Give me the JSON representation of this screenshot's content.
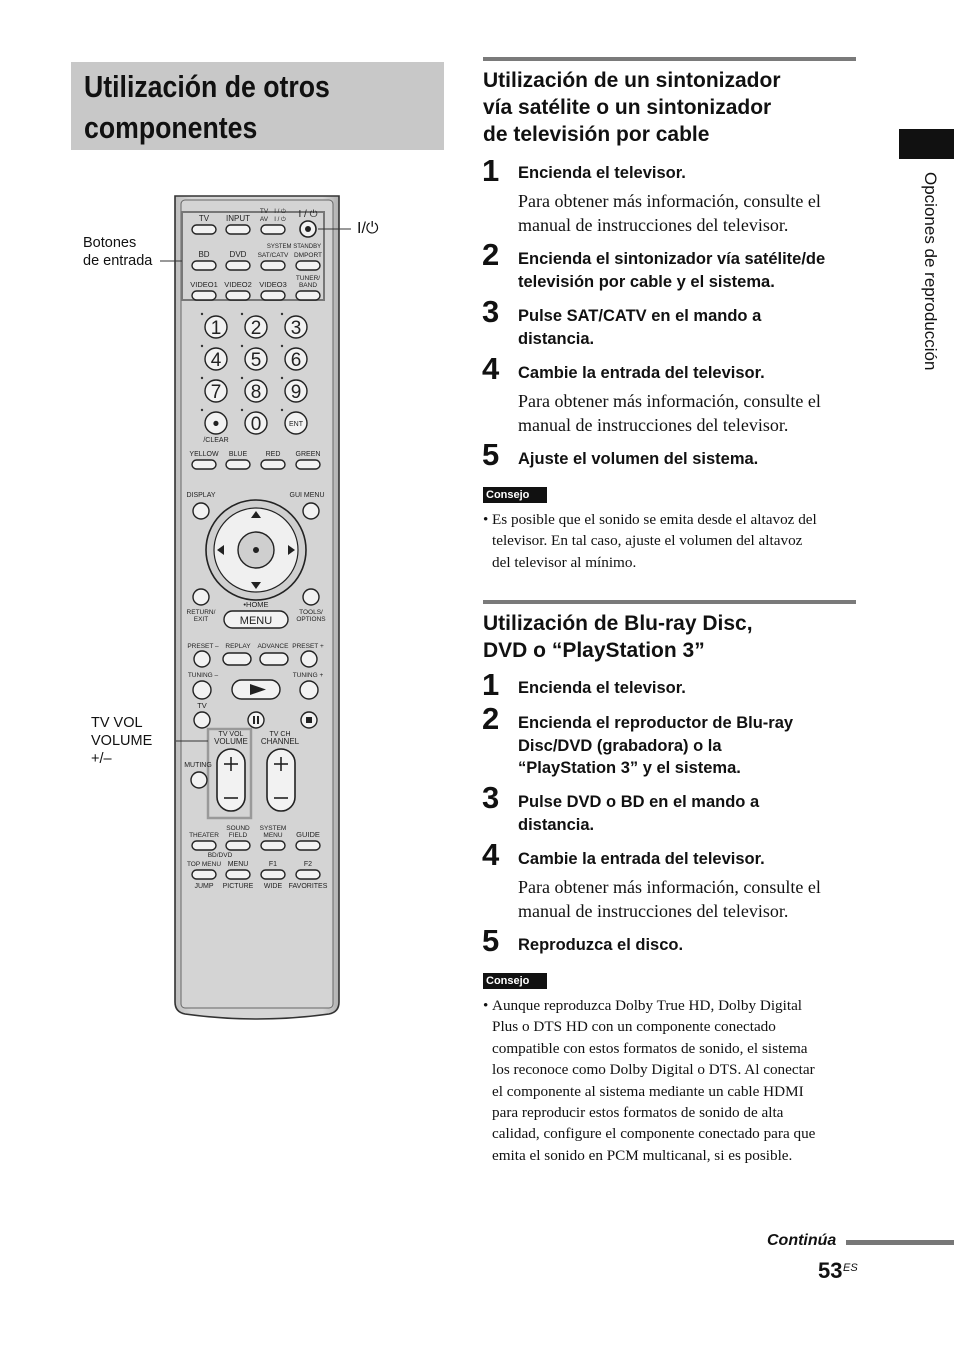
{
  "left": {
    "title_line1": "Utilización de otros",
    "title_line2": "componentes",
    "callout_input_1": "Botones",
    "callout_input_2": "de entrada",
    "callout_vol_1": "TV VOL",
    "callout_vol_2": "VOLUME",
    "callout_vol_3": "+/–",
    "callout_power": "I/⏻"
  },
  "remote": {
    "tv": "TV",
    "input": "INPUT",
    "tv_av": "TV",
    "av": "AV",
    "i_pw1": "I / ⏻",
    "i_pw2": "I / ⏻",
    "main_pw": "I / ⏻",
    "system_standby": "SYSTEM STANDBY",
    "bd": "BD",
    "dvd": "DVD",
    "sat": "SAT/CATV",
    "dmport": "DMPORT",
    "tuner": "TUNER/",
    "band": "BAND",
    "video1": "VIDEO1",
    "video2": "VIDEO2",
    "video3": "VIDEO3",
    "digits": [
      "1",
      "2",
      "3",
      "4",
      "5",
      "6",
      "7",
      "8",
      "9",
      "•",
      "0",
      "ENT"
    ],
    "clear": "/CLEAR",
    "yellow": "YELLOW",
    "blue": "BLUE",
    "red": "RED",
    "green": "GREEN",
    "display": "DISPLAY",
    "gui_menu": "GUI MENU",
    "return": "RETURN/",
    "exit": "EXIT",
    "home": "•HOME",
    "menu": "MENU",
    "tools": "TOOLS/",
    "options": "OPTIONS",
    "preset_minus": "PRESET –",
    "replay": "REPLAY",
    "advance": "ADVANCE",
    "preset_plus": "PRESET +",
    "tuning_minus": "TUNING –",
    "tuning_plus": "TUNING +",
    "tv_small": "TV",
    "tv_vol": "TV VOL",
    "volume": "VOLUME",
    "tv_ch": "TV CH",
    "channel": "CHANNEL",
    "muting": "MUTING",
    "theater": "THEATER",
    "sound": "SOUND",
    "field": "FIELD",
    "system": "SYSTEM",
    "sysmenu": "MENU",
    "guide": "GUIDE",
    "bd_dvd": "BD/DVD",
    "top_menu": "TOP MENU",
    "menu2": "MENU",
    "f1": "F1",
    "f2": "F2",
    "jump": "JUMP",
    "picture": "PICTURE",
    "wide": "WIDE",
    "favorites": "FAVORITES"
  },
  "section1": {
    "title_l1": "Utilización de un sintonizador",
    "title_l2": "vía satélite o un sintonizador",
    "title_l3": "de televisión por cable",
    "steps": [
      {
        "num": "1",
        "text": "Encienda el televisor."
      },
      {
        "num": "2",
        "text_l1": "Encienda el sintonizador vía satélite/de",
        "text_l2": "televisión por cable y el sistema."
      },
      {
        "num": "3",
        "text_l1": "Pulse SAT/CATV en el mando a",
        "text_l2": "distancia."
      },
      {
        "num": "4",
        "text": "Cambie la entrada del televisor."
      },
      {
        "num": "5",
        "text": "Ajuste el volumen del sistema."
      }
    ],
    "body1_l1": "Para obtener más información, consulte el",
    "body1_l2": "manual de instrucciones del televisor.",
    "body4_l1": "Para obtener más información, consulte el",
    "body4_l2": "manual de instrucciones del televisor.",
    "tip_label": "Consejo",
    "tip_bullet": "•",
    "tip_l1": "Es posible que el sonido se emita desde el altavoz del",
    "tip_l2": "televisor. En tal caso, ajuste el volumen del altavoz",
    "tip_l3": "del televisor al mínimo."
  },
  "section2": {
    "title_l1": "Utilización de Blu-ray Disc,",
    "title_l2": "DVD o “PlayStation 3”",
    "steps": [
      {
        "num": "1",
        "text": "Encienda el televisor."
      },
      {
        "num": "2",
        "text_l1": "Encienda el reproductor de Blu-ray",
        "text_l2": "Disc/DVD (grabadora) o la",
        "text_l3": "“PlayStation 3” y el sistema."
      },
      {
        "num": "3",
        "text_l1": "Pulse DVD o BD en el mando a",
        "text_l2": "distancia."
      },
      {
        "num": "4",
        "text": "Cambie la entrada del televisor."
      },
      {
        "num": "5",
        "text": "Reproduzca el disco."
      }
    ],
    "body4_l1": "Para obtener más información, consulte el",
    "body4_l2": "manual de instrucciones del televisor.",
    "tip_label": "Consejo",
    "tip_bullet": "•",
    "tip_lines": [
      "Aunque reproduzca Dolby True HD, Dolby Digital",
      "Plus o DTS HD con un componente conectado",
      "compatible con estos formatos de sonido, el sistema",
      "los reconoce como Dolby Digital o DTS. Al conectar",
      "el componente al sistema mediante un cable HDMI",
      "para reproducir estos formatos de sonido de alta",
      "calidad, configure el componente conectado para que",
      "emita el sonido en PCM multicanal, si es posible."
    ]
  },
  "side_tab": "Opciones de reproducción",
  "footer": {
    "continua": "Continúa",
    "page": "53",
    "page_suffix": "ES"
  }
}
